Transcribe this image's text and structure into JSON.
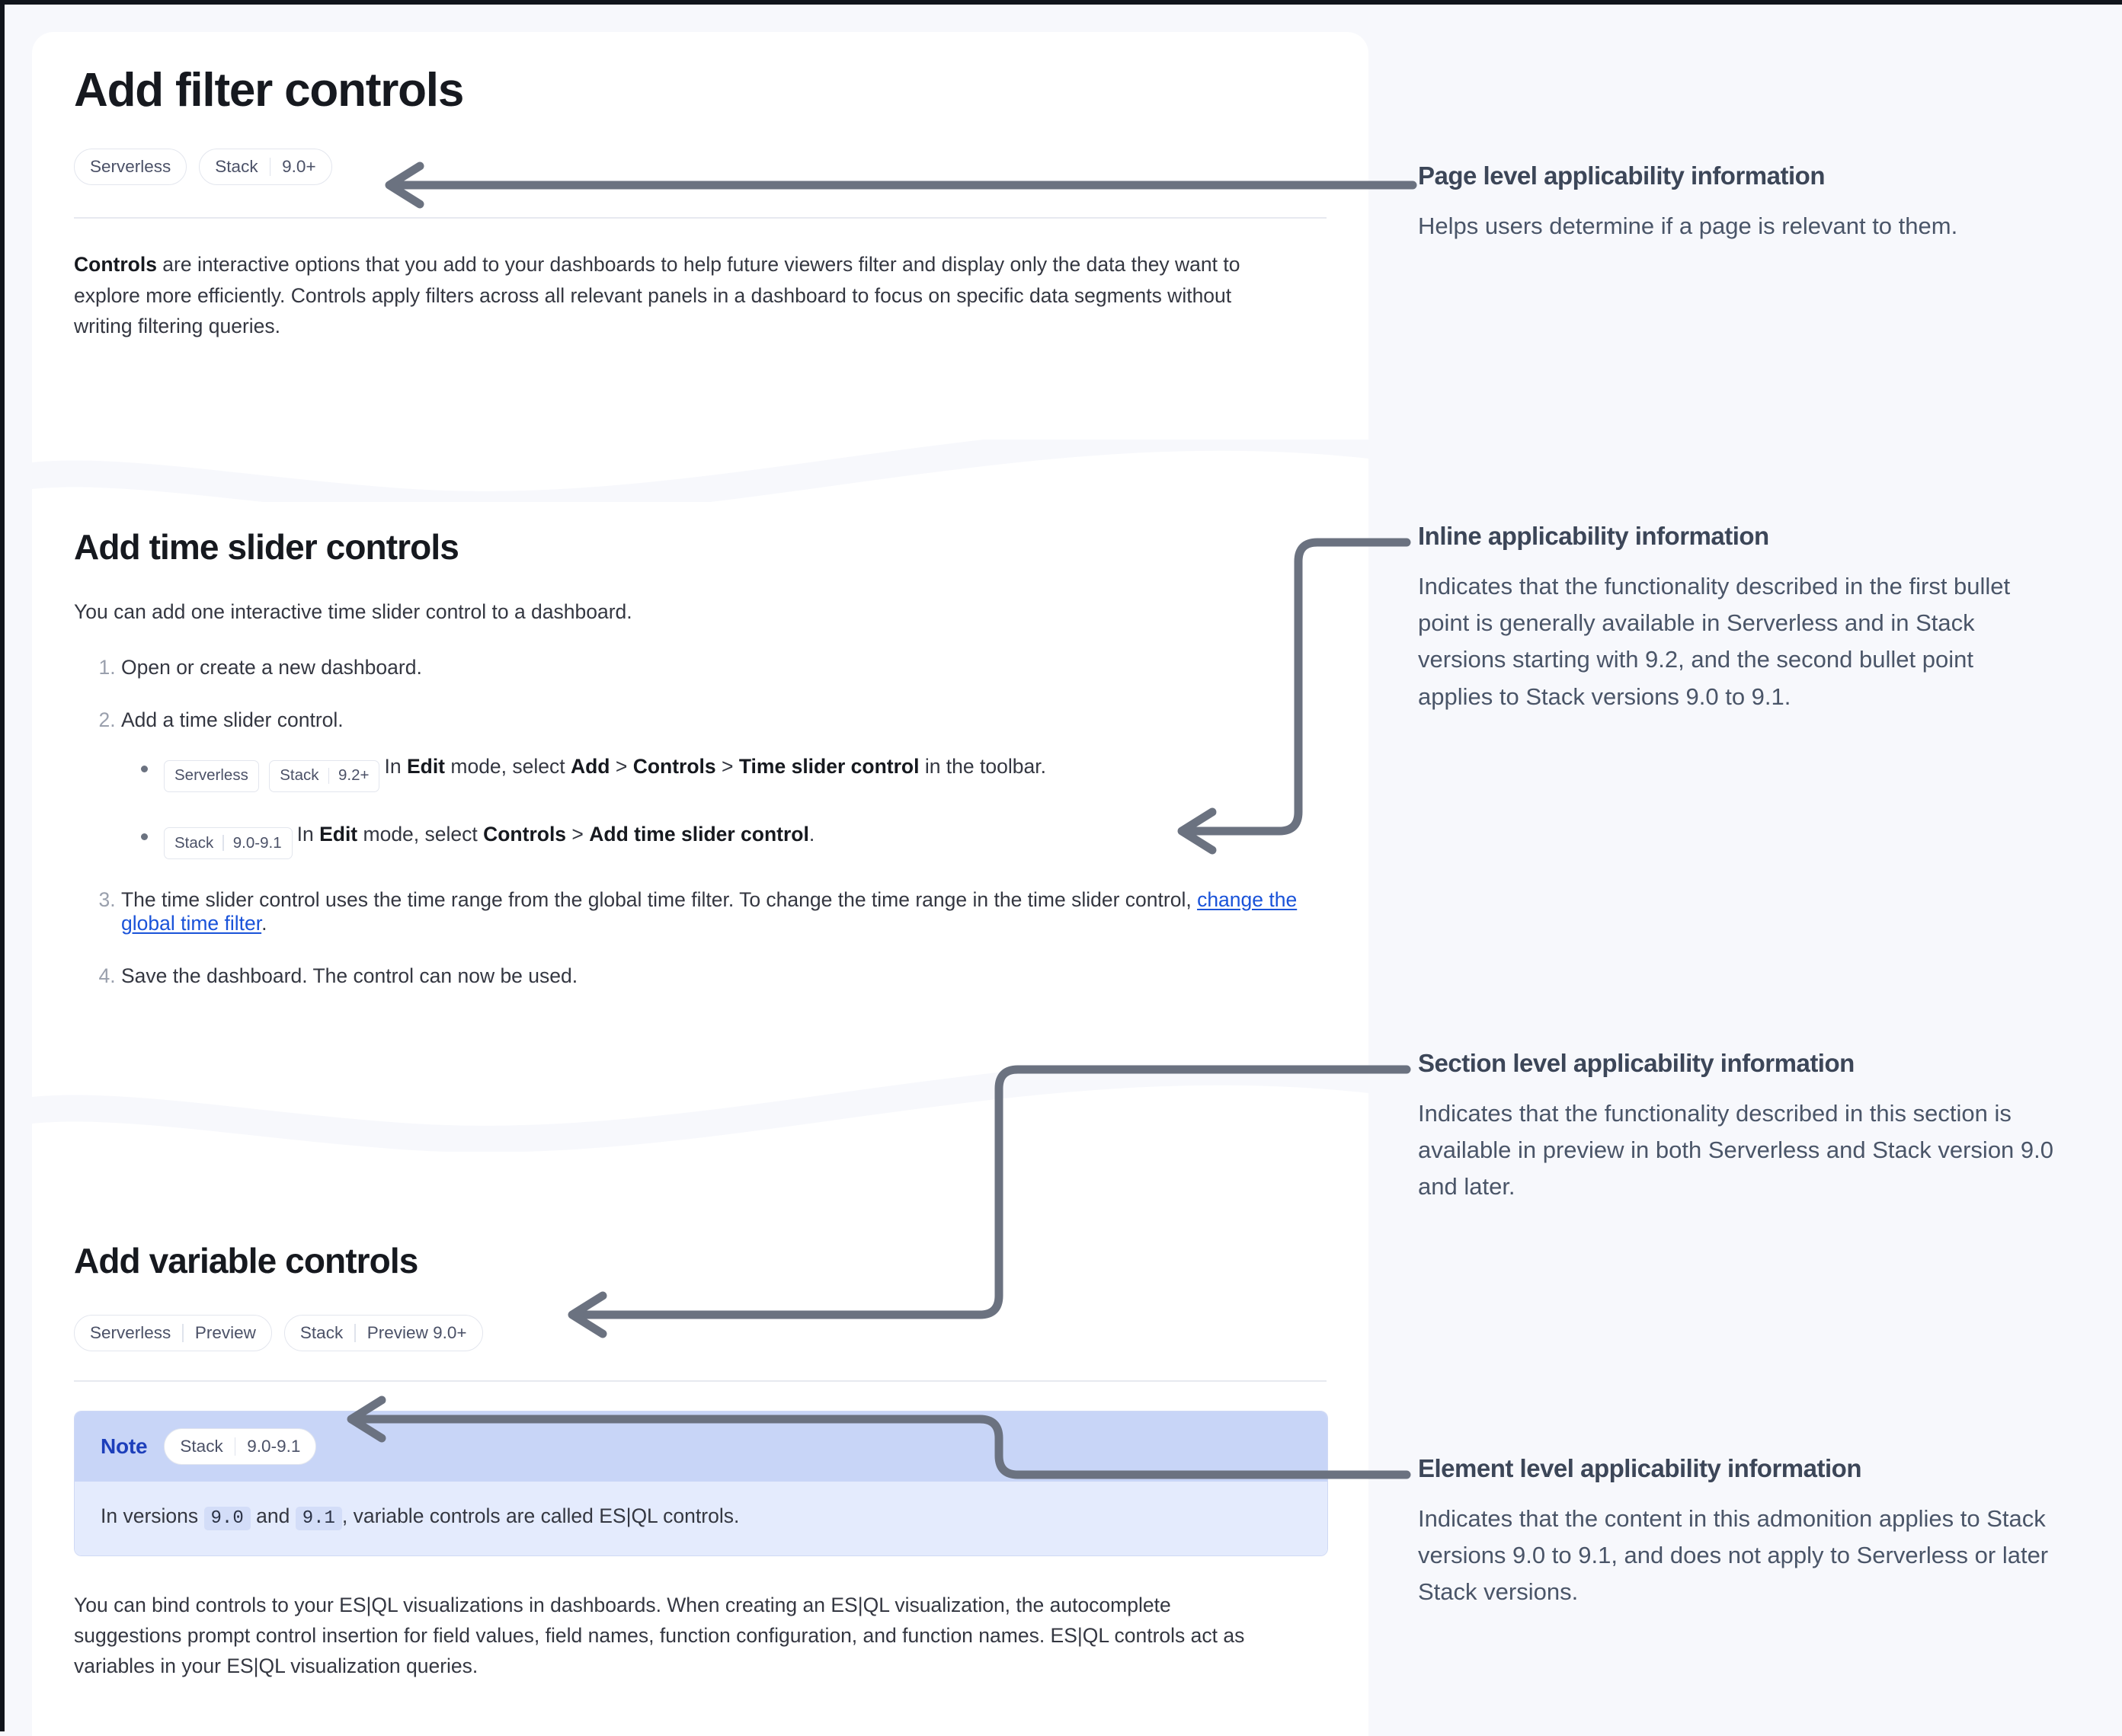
{
  "doc": {
    "page_title": "Add filter controls",
    "page_badges": [
      {
        "name": "Serverless",
        "version": ""
      },
      {
        "name": "Stack",
        "version": "9.0+"
      }
    ],
    "intro": {
      "lead": "Controls",
      "rest": " are interactive options that you add to your dashboards to help future viewers filter and display only the data they want to explore more efficiently. Controls apply filters across all relevant panels in a dashboard to focus on specific data segments without writing filtering queries."
    },
    "section_time_slider": {
      "title": "Add time slider controls",
      "intro": "You can add one interactive time slider control to a dashboard.",
      "steps": [
        {
          "text": "Open or create a new dashboard."
        },
        {
          "text": "Add a time slider control."
        },
        {
          "text_before_link": "The time slider control uses the time range from the global time filter. To change the time range in the time slider control, ",
          "link": "change the global time filter",
          "text_after_link": "."
        },
        {
          "text": "Save the dashboard. The control can now be used."
        }
      ],
      "bullets": [
        {
          "badges": [
            {
              "name": "Serverless",
              "version": ""
            },
            {
              "name": "Stack",
              "version": "9.2+"
            }
          ],
          "prefix": "In ",
          "bold1": "Edit",
          "mid1": " mode, select ",
          "bold2": "Add",
          "sep1": " > ",
          "bold3": "Controls",
          "sep2": " > ",
          "bold4": "Time slider control",
          "suffix": " in the toolbar."
        },
        {
          "badges": [
            {
              "name": "Stack",
              "version": "9.0-9.1"
            }
          ],
          "prefix": "In ",
          "bold1": "Edit",
          "mid1": " mode, select ",
          "bold2": "Controls",
          "sep1": " > ",
          "bold3": "Add time slider control",
          "sep2": "",
          "bold4": "",
          "suffix": "."
        }
      ]
    },
    "section_variable": {
      "title": "Add variable controls",
      "badges": [
        {
          "name": "Serverless",
          "version": "Preview"
        },
        {
          "name": "Stack",
          "version": "Preview 9.0+"
        }
      ],
      "note": {
        "label": "Note",
        "badge": {
          "name": "Stack",
          "version": "9.0-9.1"
        },
        "body_before": "In versions ",
        "code1": "9.0",
        "body_mid": " and ",
        "code2": "9.1",
        "body_after": ", variable controls are called ES|QL controls."
      },
      "paragraph": "You can bind controls to your ES|QL visualizations in dashboards. When creating an ES|QL visualization, the autocomplete suggestions prompt control insertion for field values, field names, function configuration, and function names. ES|QL controls act as variables in your ES|QL visualization queries."
    }
  },
  "annotations": [
    {
      "title": "Page level applicability information",
      "body": "Helps users determine if a page is relevant to them."
    },
    {
      "title": "Inline applicability information",
      "body": "Indicates that the functionality described in the first bullet point is generally available in Serverless and in Stack versions starting with 9.2, and the second bullet point applies to Stack versions 9.0 to 9.1."
    },
    {
      "title": "Section level applicability information",
      "body": "Indicates that the functionality described in this section is available in preview in both Serverless and Stack version 9.0 and later."
    },
    {
      "title": "Element level applicability information",
      "body": "Indicates that the content in this admonition applies to Stack versions 9.0 to 9.1, and does not apply to Serverless or later Stack versions."
    }
  ],
  "colors": {
    "page_bg": "#f7f8fc",
    "card_bg": "#ffffff",
    "badge_text": "#4b5167",
    "badge_border": "#e3e6ee",
    "link": "#1a53d9",
    "note_head_bg": "#c8d5f7",
    "note_body_bg": "#e4ebfd",
    "note_label": "#1d3fbb",
    "connector": "#6b7280",
    "anno_title": "#3c4658",
    "anno_body": "#4a5568"
  }
}
